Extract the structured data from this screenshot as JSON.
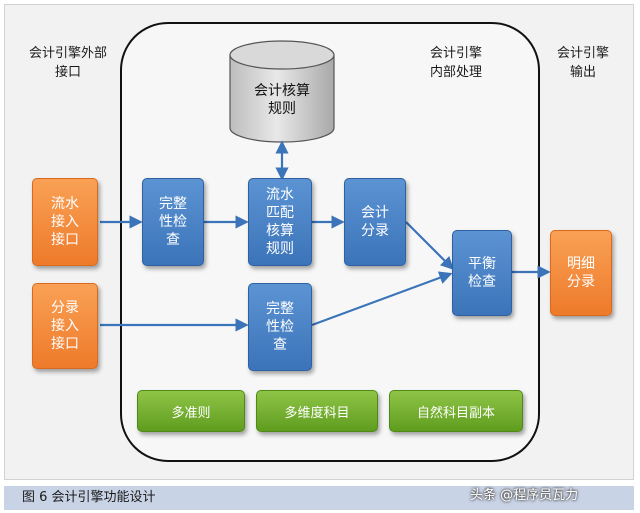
{
  "labels": {
    "external_interface": "会计引擎外部接口",
    "internal_processing": "会计引擎内部处理",
    "output": "会计引擎输出"
  },
  "database": {
    "text": "会计核算规则"
  },
  "nodes": {
    "flow_input": "流水接入接口",
    "entry_input": "分录接入接口",
    "integrity_check_1": "完整性检查",
    "flow_matching": "流水匹配核算规则",
    "accounting_entry": "会计分录",
    "integrity_check_2": "完整性检查",
    "balance_check": "平衡检查",
    "detail_entry": "明细分录"
  },
  "features": [
    "多准则",
    "多维度科目",
    "自然科目副本"
  ],
  "caption": "图 6  会计引擎功能设计",
  "watermark": "头条 @程序员瓦力",
  "colors": {
    "orange": "#f08a36",
    "blue": "#4a83c6",
    "green": "#74ad2e",
    "arrow": "#3c74ba",
    "caption_bar": "#c9d3e6"
  }
}
